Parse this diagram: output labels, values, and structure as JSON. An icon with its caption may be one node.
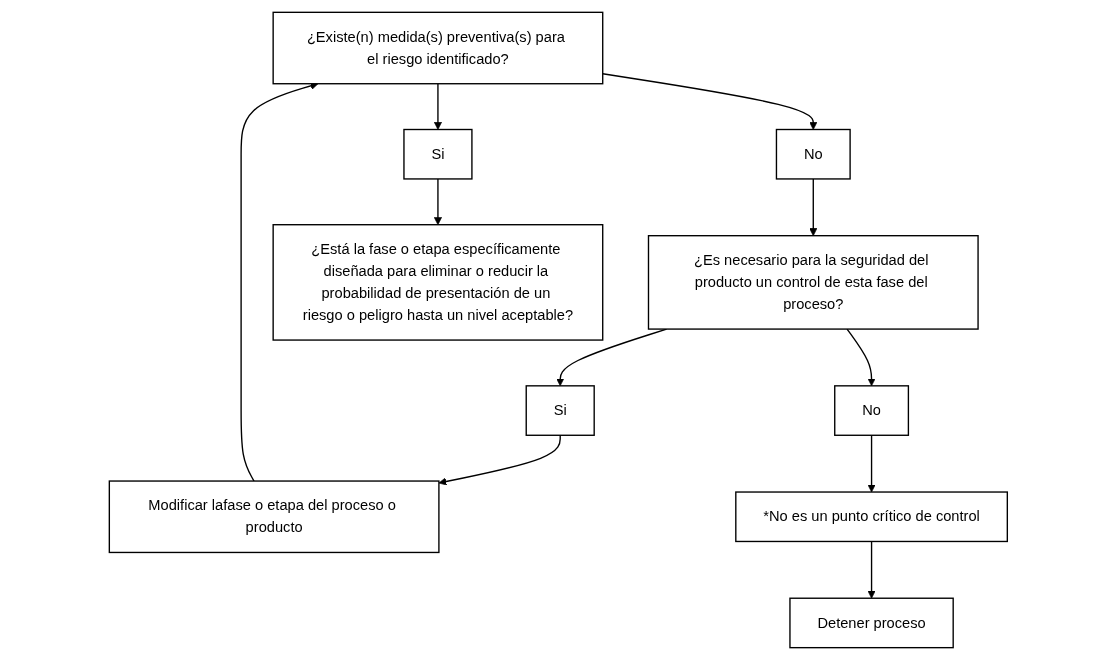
{
  "diagram": {
    "nodes": [
      {
        "text": [
          "¿Existe(n) medida(s) preventiva(s) para el riesgo identificado?"
        ]
      },
      {
        "text": [
          "Si"
        ]
      },
      {
        "text": [
          "No"
        ]
      },
      {
        "text": [
          "Modificar lafase o etapa del proceso o producto"
        ]
      },
      {
        "text": [
          "¿Es necesario para la seguridad del producto un control de esta fase del proceso?"
        ]
      },
      {
        "text": [
          "Si"
        ]
      },
      {
        "text": [
          "No"
        ]
      },
      {
        "text": [
          "*No es un punto crítico de control"
        ]
      },
      {
        "text": [
          "Detener proceso"
        ]
      },
      {
        "text": [
          "¿Está la fase o etapa específicamente diseñada para eliminar o reducir la probabilidad de presentación de un riesgo o peligro hasta un nivel aceptable?"
        ]
      }
    ],
    "edges": [
      {
        "from": 0,
        "to": 1,
        "arrow": "to"
      },
      {
        "from": 0,
        "to": 2,
        "arrow": "to"
      },
      {
        "from": 2,
        "to": 4,
        "arrow": "to"
      },
      {
        "from": 4,
        "to": 5,
        "arrow": "to"
      },
      {
        "from": 5,
        "to": 3,
        "arrow": "to"
      },
      {
        "from": 3,
        "to": 0,
        "arrow": "to"
      },
      {
        "from": 4,
        "to": 6,
        "arrow": "to"
      },
      {
        "from": 6,
        "to": 7,
        "arrow": "to"
      },
      {
        "from": 7,
        "to": 8,
        "arrow": "to"
      },
      {
        "from": 1,
        "to": 9,
        "arrow": "to"
      }
    ]
  }
}
